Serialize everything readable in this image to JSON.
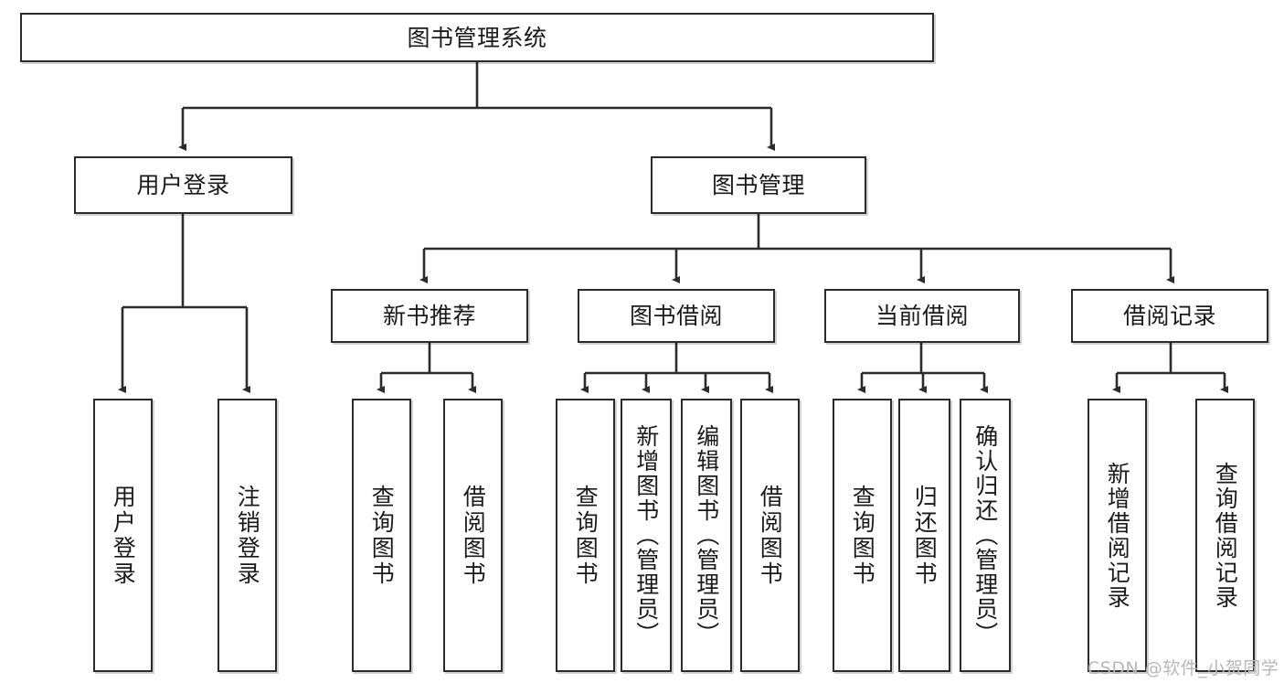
{
  "diagram": {
    "type": "tree",
    "title": "图书管理系统",
    "orientation": "top-down",
    "colors": {
      "box_border": "#2b2b2b",
      "box_fill": "#ffffff",
      "edge": "#2b2b2b",
      "text": "#1a1a1a",
      "watermark": "#b8b8b8"
    },
    "levels": {
      "root": "图书管理系统",
      "level2": [
        "用户登录",
        "图书管理"
      ],
      "level3": [
        "新书推荐",
        "图书借阅",
        "当前借阅",
        "借阅记录"
      ]
    },
    "nodes": {
      "root": {
        "label": "图书管理系统"
      },
      "user_login": {
        "label": "用户登录"
      },
      "book_manage": {
        "label": "图书管理"
      },
      "new_book_rec": {
        "label": "新书推荐"
      },
      "book_borrow": {
        "label": "图书借阅"
      },
      "current_borrow": {
        "label": "当前借阅"
      },
      "borrow_record": {
        "label": "借阅记录"
      },
      "leaf_user_login": {
        "label": "用户登录"
      },
      "leaf_user_logout": {
        "label": "注销登录"
      },
      "leaf_query_book_1": {
        "label": "查询图书"
      },
      "leaf_borrow_book_1": {
        "label": "借阅图书"
      },
      "leaf_query_book_2": {
        "label": "查询图书"
      },
      "leaf_add_book": {
        "label": "新增图书（管理员）"
      },
      "leaf_edit_book": {
        "label": "编辑图书（管理员）"
      },
      "leaf_borrow_book_2": {
        "label": "借阅图书"
      },
      "leaf_query_book_3": {
        "label": "查询图书"
      },
      "leaf_return_book": {
        "label": "归还图书"
      },
      "leaf_confirm_return": {
        "label": "确认归还（管理员）"
      },
      "leaf_add_record": {
        "label": "新增借阅记录"
      },
      "leaf_query_record": {
        "label": "查询借阅记录"
      }
    },
    "edges": [
      {
        "from": "root",
        "to": "user_login"
      },
      {
        "from": "root",
        "to": "book_manage"
      },
      {
        "from": "user_login",
        "to": "leaf_user_login"
      },
      {
        "from": "user_login",
        "to": "leaf_user_logout"
      },
      {
        "from": "book_manage",
        "to": "new_book_rec"
      },
      {
        "from": "book_manage",
        "to": "book_borrow"
      },
      {
        "from": "book_manage",
        "to": "current_borrow"
      },
      {
        "from": "book_manage",
        "to": "borrow_record"
      },
      {
        "from": "new_book_rec",
        "to": "leaf_query_book_1"
      },
      {
        "from": "new_book_rec",
        "to": "leaf_borrow_book_1"
      },
      {
        "from": "book_borrow",
        "to": "leaf_query_book_2"
      },
      {
        "from": "book_borrow",
        "to": "leaf_add_book"
      },
      {
        "from": "book_borrow",
        "to": "leaf_edit_book"
      },
      {
        "from": "book_borrow",
        "to": "leaf_borrow_book_2"
      },
      {
        "from": "current_borrow",
        "to": "leaf_query_book_3"
      },
      {
        "from": "current_borrow",
        "to": "leaf_return_book"
      },
      {
        "from": "current_borrow",
        "to": "leaf_confirm_return"
      },
      {
        "from": "borrow_record",
        "to": "leaf_add_record"
      },
      {
        "from": "borrow_record",
        "to": "leaf_query_record"
      }
    ]
  },
  "watermark": {
    "text": "CSDN @软件_小贺同学"
  }
}
